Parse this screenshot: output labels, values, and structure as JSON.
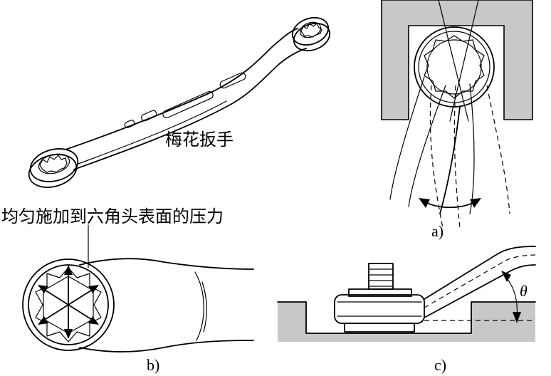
{
  "labels": {
    "wrench_name": "梅花扳手",
    "pressure_note": "均匀施加到六角头表面的压力",
    "caption_a": "a)",
    "caption_b": "b)",
    "caption_c": "c)",
    "angle_symbol": "θ"
  },
  "colors": {
    "line": "#000000",
    "fill_gray": "#c8c8c8",
    "background": "#ffffff"
  }
}
